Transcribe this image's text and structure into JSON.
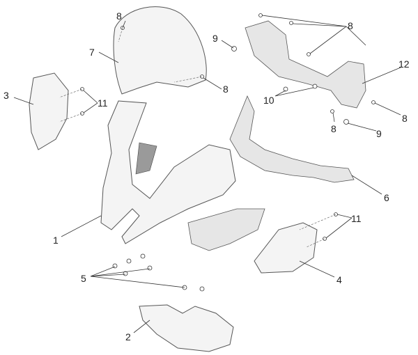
{
  "diagram": {
    "title": "Front fairing exploded view",
    "callouts": [
      "8",
      "7",
      "3",
      "11",
      "8",
      "9",
      "8",
      "12",
      "10",
      "8",
      "9",
      "8",
      "6",
      "11",
      "1",
      "5",
      "4",
      "2"
    ]
  }
}
